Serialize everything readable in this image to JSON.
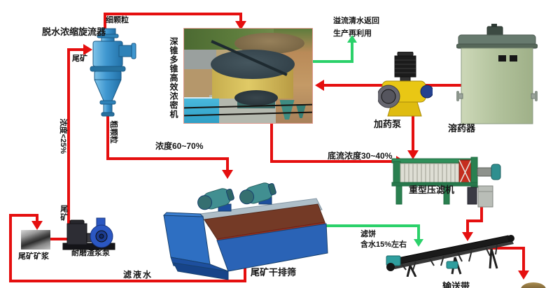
{
  "labels": {
    "cyclone": "脱水浓缩旋流器",
    "fine_particles": "细颗粒",
    "feed_tailings": "尾矿",
    "feed_concentration": "浓度<25%",
    "coarse_particles": "粗颗粒",
    "thickener": "深锥多锥高效浓密机",
    "overflow_return_line1": "溢流清水返回",
    "overflow_return_line2": "生产再利用",
    "dosing_pump": "加药泵",
    "chemical_dissolver": "溶药器",
    "underflow_concentration": "底流浓度30~40%",
    "filter_press": "重型压滤机",
    "screen_feed_concentration": "浓度60~70%",
    "dewatering_screen": "尾矿干排筛",
    "filter_cake_line1": "滤饼",
    "filter_cake_line2": "含水15%左右",
    "filtrate_water": "滤液水",
    "slurry_pump": "耐磨渣浆泵",
    "tailings_slurry": "尾矿矿浆",
    "tailings_vertical": "尾矿",
    "belt_conveyor": "输送带"
  },
  "colors": {
    "flow_red": "#e50f0f",
    "flow_green": "#2bd16a"
  }
}
